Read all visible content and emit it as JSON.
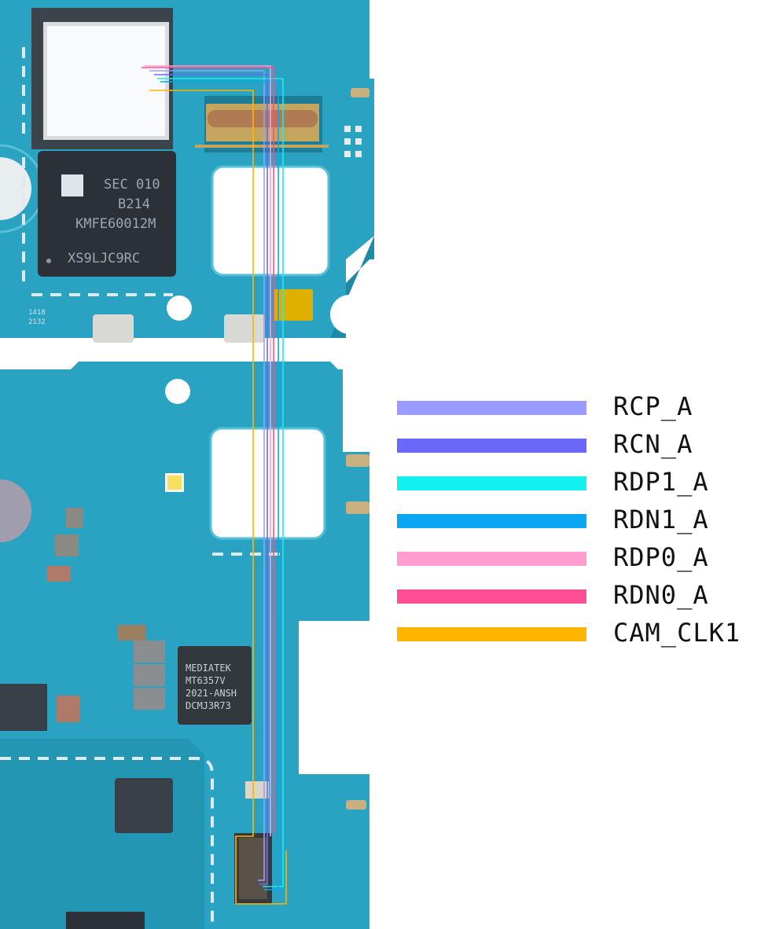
{
  "colors": {
    "pcb": "#2aa3c2",
    "pcb_dark": "#1f8aa6",
    "pcb_edge": "#55c0d8",
    "chip_dark": "#2c3137",
    "connector": "#b07a54"
  },
  "chips": {
    "memory_lines": [
      "SEC 010",
      "B214",
      "KMFE60012M",
      "XS9LJC9RC"
    ],
    "pmic_lines": [
      "MEDIATEK",
      "MT6357V",
      "2021-ANSH",
      "DCMJ3R73"
    ],
    "small_codes": [
      "1418",
      "2132"
    ]
  },
  "legend": [
    {
      "label": "RCP_A",
      "color": "#9a9cff"
    },
    {
      "label": "RCN_A",
      "color": "#6a68f8"
    },
    {
      "label": "RDP1_A",
      "color": "#12f0f0"
    },
    {
      "label": "RDN1_A",
      "color": "#0aa6f2"
    },
    {
      "label": "RDP0_A",
      "color": "#ff9cd0"
    },
    {
      "label": "RDN0_A",
      "color": "#ff4f94"
    },
    {
      "label": "CAM_CLK1",
      "color": "#ffb400"
    }
  ]
}
